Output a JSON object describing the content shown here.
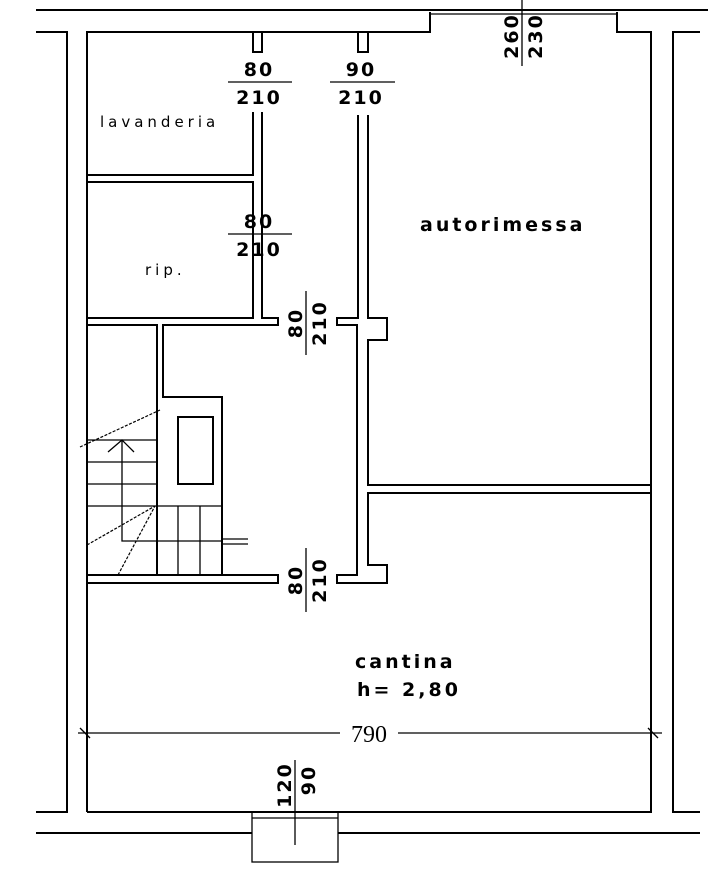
{
  "rooms": {
    "laundry": "lavanderia",
    "storage": "rip.",
    "garage": "autorimessa",
    "cellar": "cantina",
    "cellar_height": "h= 2,80"
  },
  "doors": {
    "laundry_door": {
      "width": "80",
      "height": "210"
    },
    "corridor_door_top": {
      "width": "90",
      "height": "210"
    },
    "storage_door": {
      "width": "80",
      "height": "210"
    },
    "stair_door_upper": {
      "width": "80",
      "height": "210"
    },
    "stair_door_lower": {
      "width": "80",
      "height": "210"
    }
  },
  "windows": {
    "garage_opening": {
      "width": "260",
      "height": "230"
    },
    "cellar_window": {
      "width": "120",
      "height": "90"
    }
  },
  "dimensions": {
    "cellar_width": "790"
  },
  "colors": {
    "ink": "#000000",
    "paper": "#ffffff"
  }
}
